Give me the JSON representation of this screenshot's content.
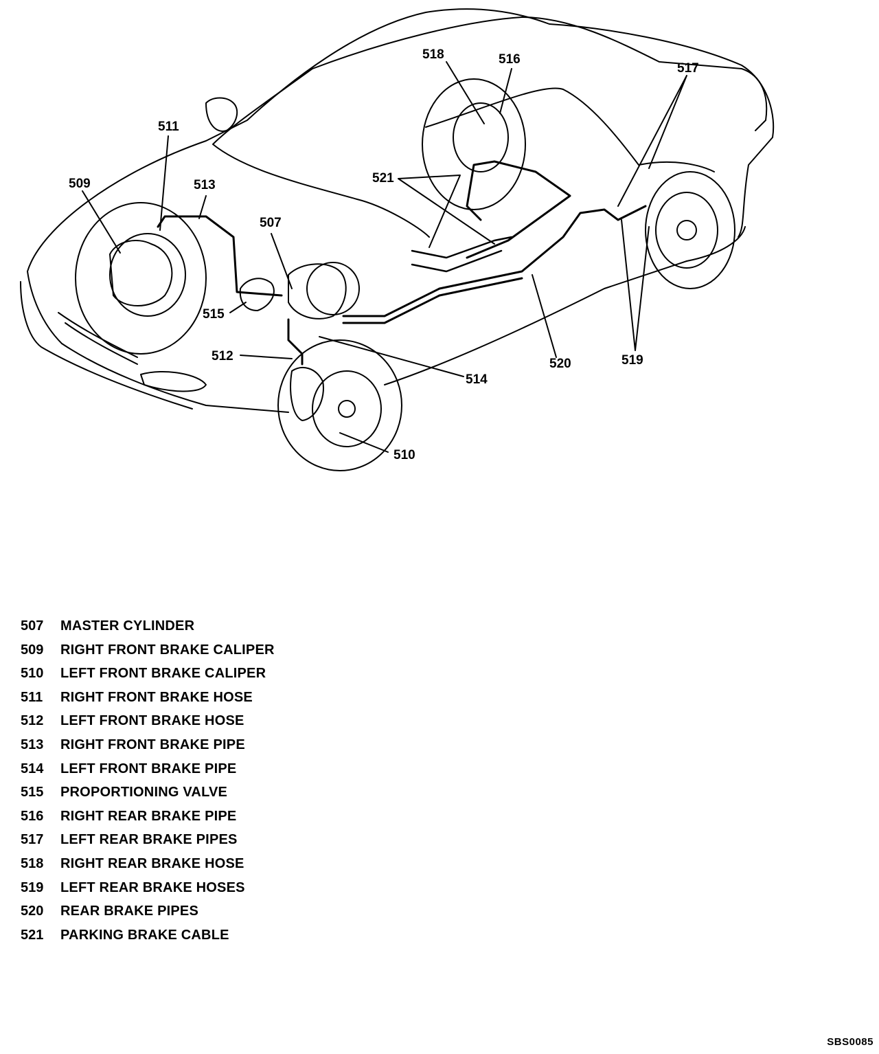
{
  "callouts": [
    "518",
    "516",
    "517",
    "511",
    "509",
    "513",
    "507",
    "521",
    "515",
    "512",
    "514",
    "520",
    "519",
    "510"
  ],
  "legend": [
    {
      "code": "507",
      "label": "MASTER CYLINDER"
    },
    {
      "code": "509",
      "label": "RIGHT FRONT BRAKE CALIPER"
    },
    {
      "code": "510",
      "label": "LEFT FRONT BRAKE CALIPER"
    },
    {
      "code": "511",
      "label": "RIGHT FRONT BRAKE HOSE"
    },
    {
      "code": "512",
      "label": "LEFT FRONT BRAKE HOSE"
    },
    {
      "code": "513",
      "label": "RIGHT FRONT BRAKE PIPE"
    },
    {
      "code": "514",
      "label": "LEFT FRONT BRAKE PIPE"
    },
    {
      "code": "515",
      "label": "PROPORTIONING VALVE"
    },
    {
      "code": "516",
      "label": "RIGHT REAR BRAKE PIPE"
    },
    {
      "code": "517",
      "label": "LEFT REAR BRAKE PIPES"
    },
    {
      "code": "518",
      "label": "RIGHT REAR BRAKE HOSE"
    },
    {
      "code": "519",
      "label": "LEFT REAR BRAKE HOSES"
    },
    {
      "code": "520",
      "label": "REAR BRAKE PIPES"
    },
    {
      "code": "521",
      "label": "PARKING BRAKE CABLE"
    }
  ],
  "figure_id": "SBS0085"
}
